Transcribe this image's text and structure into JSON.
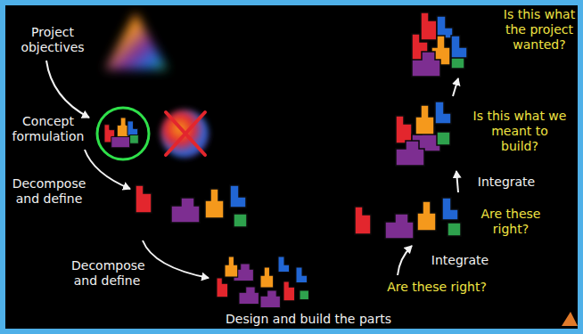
{
  "diagram": {
    "labels": [
      "Project objectives",
      "Concept formulation",
      "Decompose and define",
      "Decompose and define",
      "Design and build the parts",
      "Are these right?",
      "Integrate",
      "Are these right?",
      "Integrate",
      "Is this what we meant to build?",
      "Is this what the project wanted?"
    ]
  }
}
